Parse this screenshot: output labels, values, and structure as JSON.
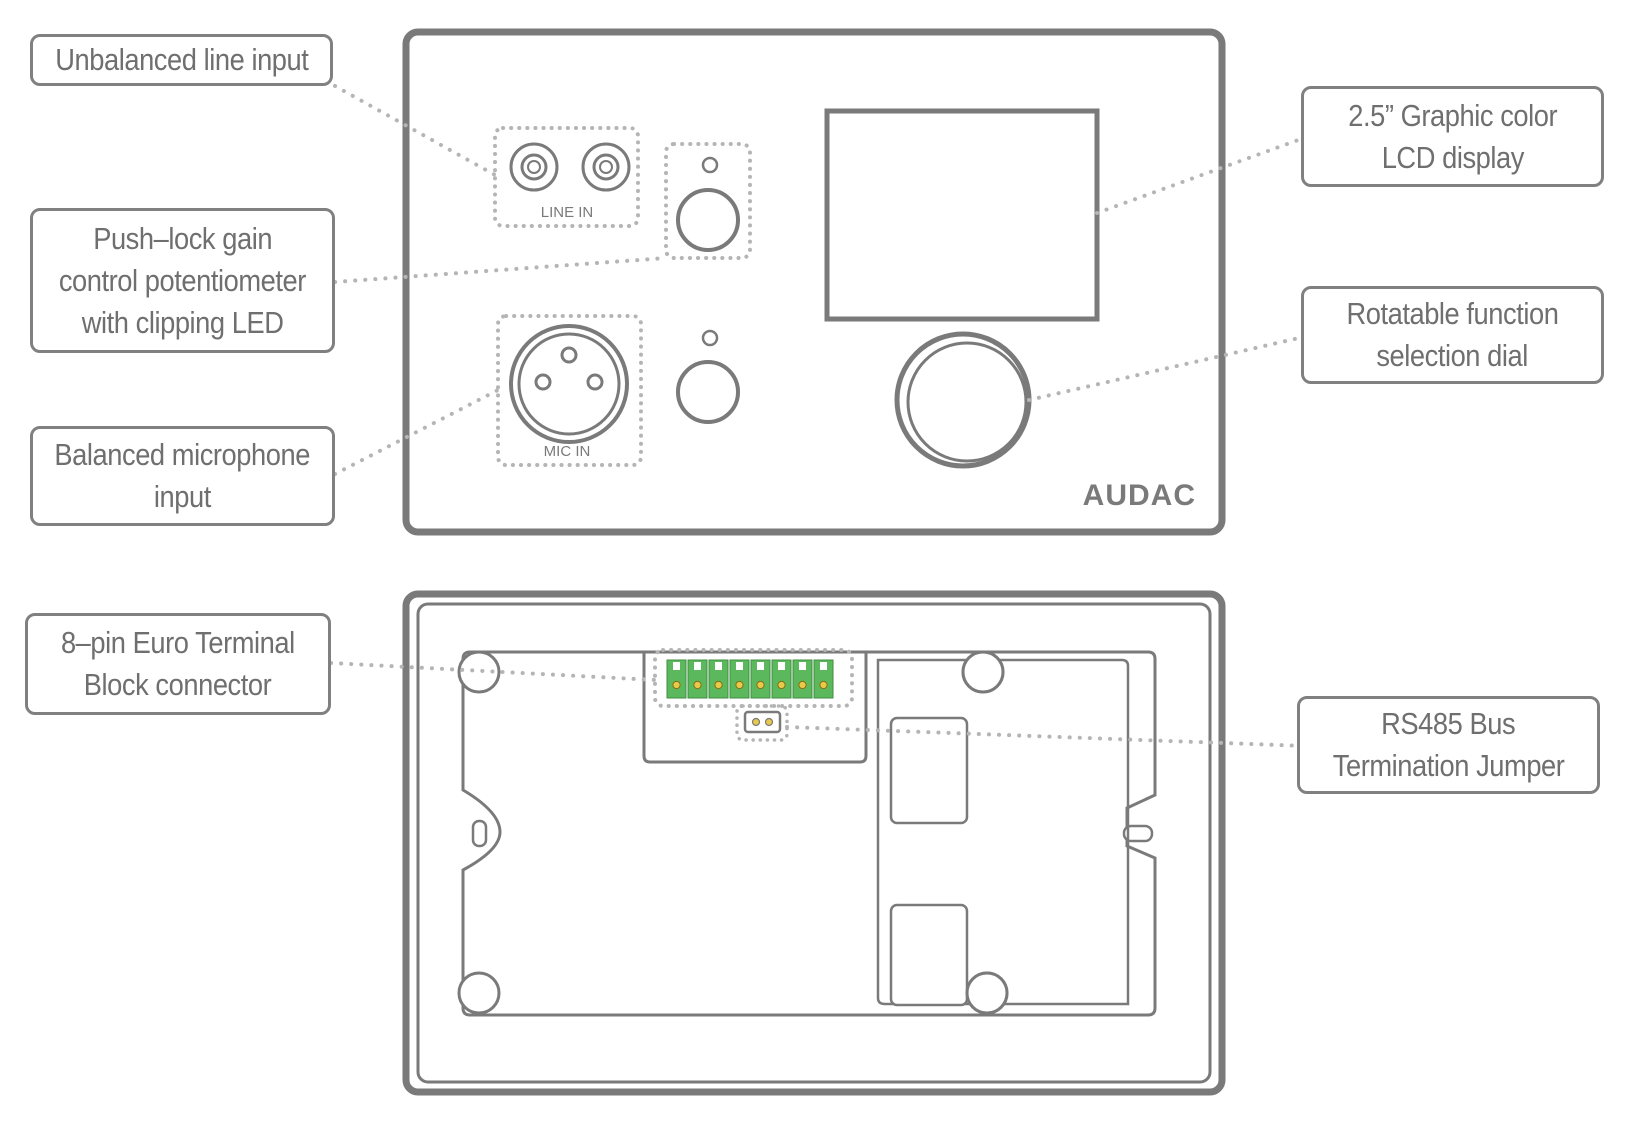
{
  "front_panel": {
    "line_in_label": "LINE IN",
    "mic_in_label": "MIC IN",
    "brand": "AUDAC"
  },
  "callouts": {
    "unbalanced_line_input": [
      "Unbalanced line input"
    ],
    "gain_potentiometer": [
      "Push–lock gain",
      "control potentiometer",
      "with clipping LED"
    ],
    "balanced_mic_input": [
      "Balanced microphone",
      "input"
    ],
    "lcd_display": [
      "2.5” Graphic color",
      "LCD display"
    ],
    "function_dial": [
      "Rotatable function",
      "selection dial"
    ],
    "euro_terminal": [
      "8–pin Euro Terminal",
      "Block connector"
    ],
    "rs485_jumper": [
      "RS485 Bus",
      "Termination Jumper"
    ]
  },
  "colors": {
    "outline": "#7a7a7a",
    "callout_text": "#6f6f6f",
    "leader_dots": "#b5b5b5",
    "terminal_green": "#5cb85c",
    "terminal_pin": "#e9c94a"
  },
  "terminal_block": {
    "pin_count": 8
  }
}
